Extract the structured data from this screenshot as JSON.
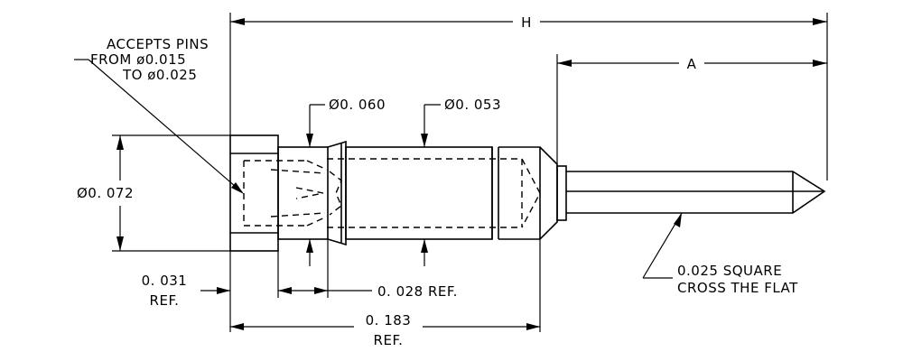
{
  "dimensions": {
    "overall_length": "H",
    "pin_length": "A",
    "diameter_060": "Ø0. 060",
    "diameter_053": "Ø0. 053",
    "diameter_072": "Ø0. 072",
    "length_031": "0. 031",
    "length_031_ref": "REF.",
    "length_028": "0. 028 REF.",
    "length_183": "0. 183",
    "length_183_ref": "REF."
  },
  "notes": {
    "accepts_line1": "ACCEPTS PINS",
    "accepts_line2": "FROM ø0.015",
    "accepts_line3": "TO ø0.025",
    "square_line1": "0.025 SQUARE",
    "square_line2": "CROSS THE FLAT"
  }
}
